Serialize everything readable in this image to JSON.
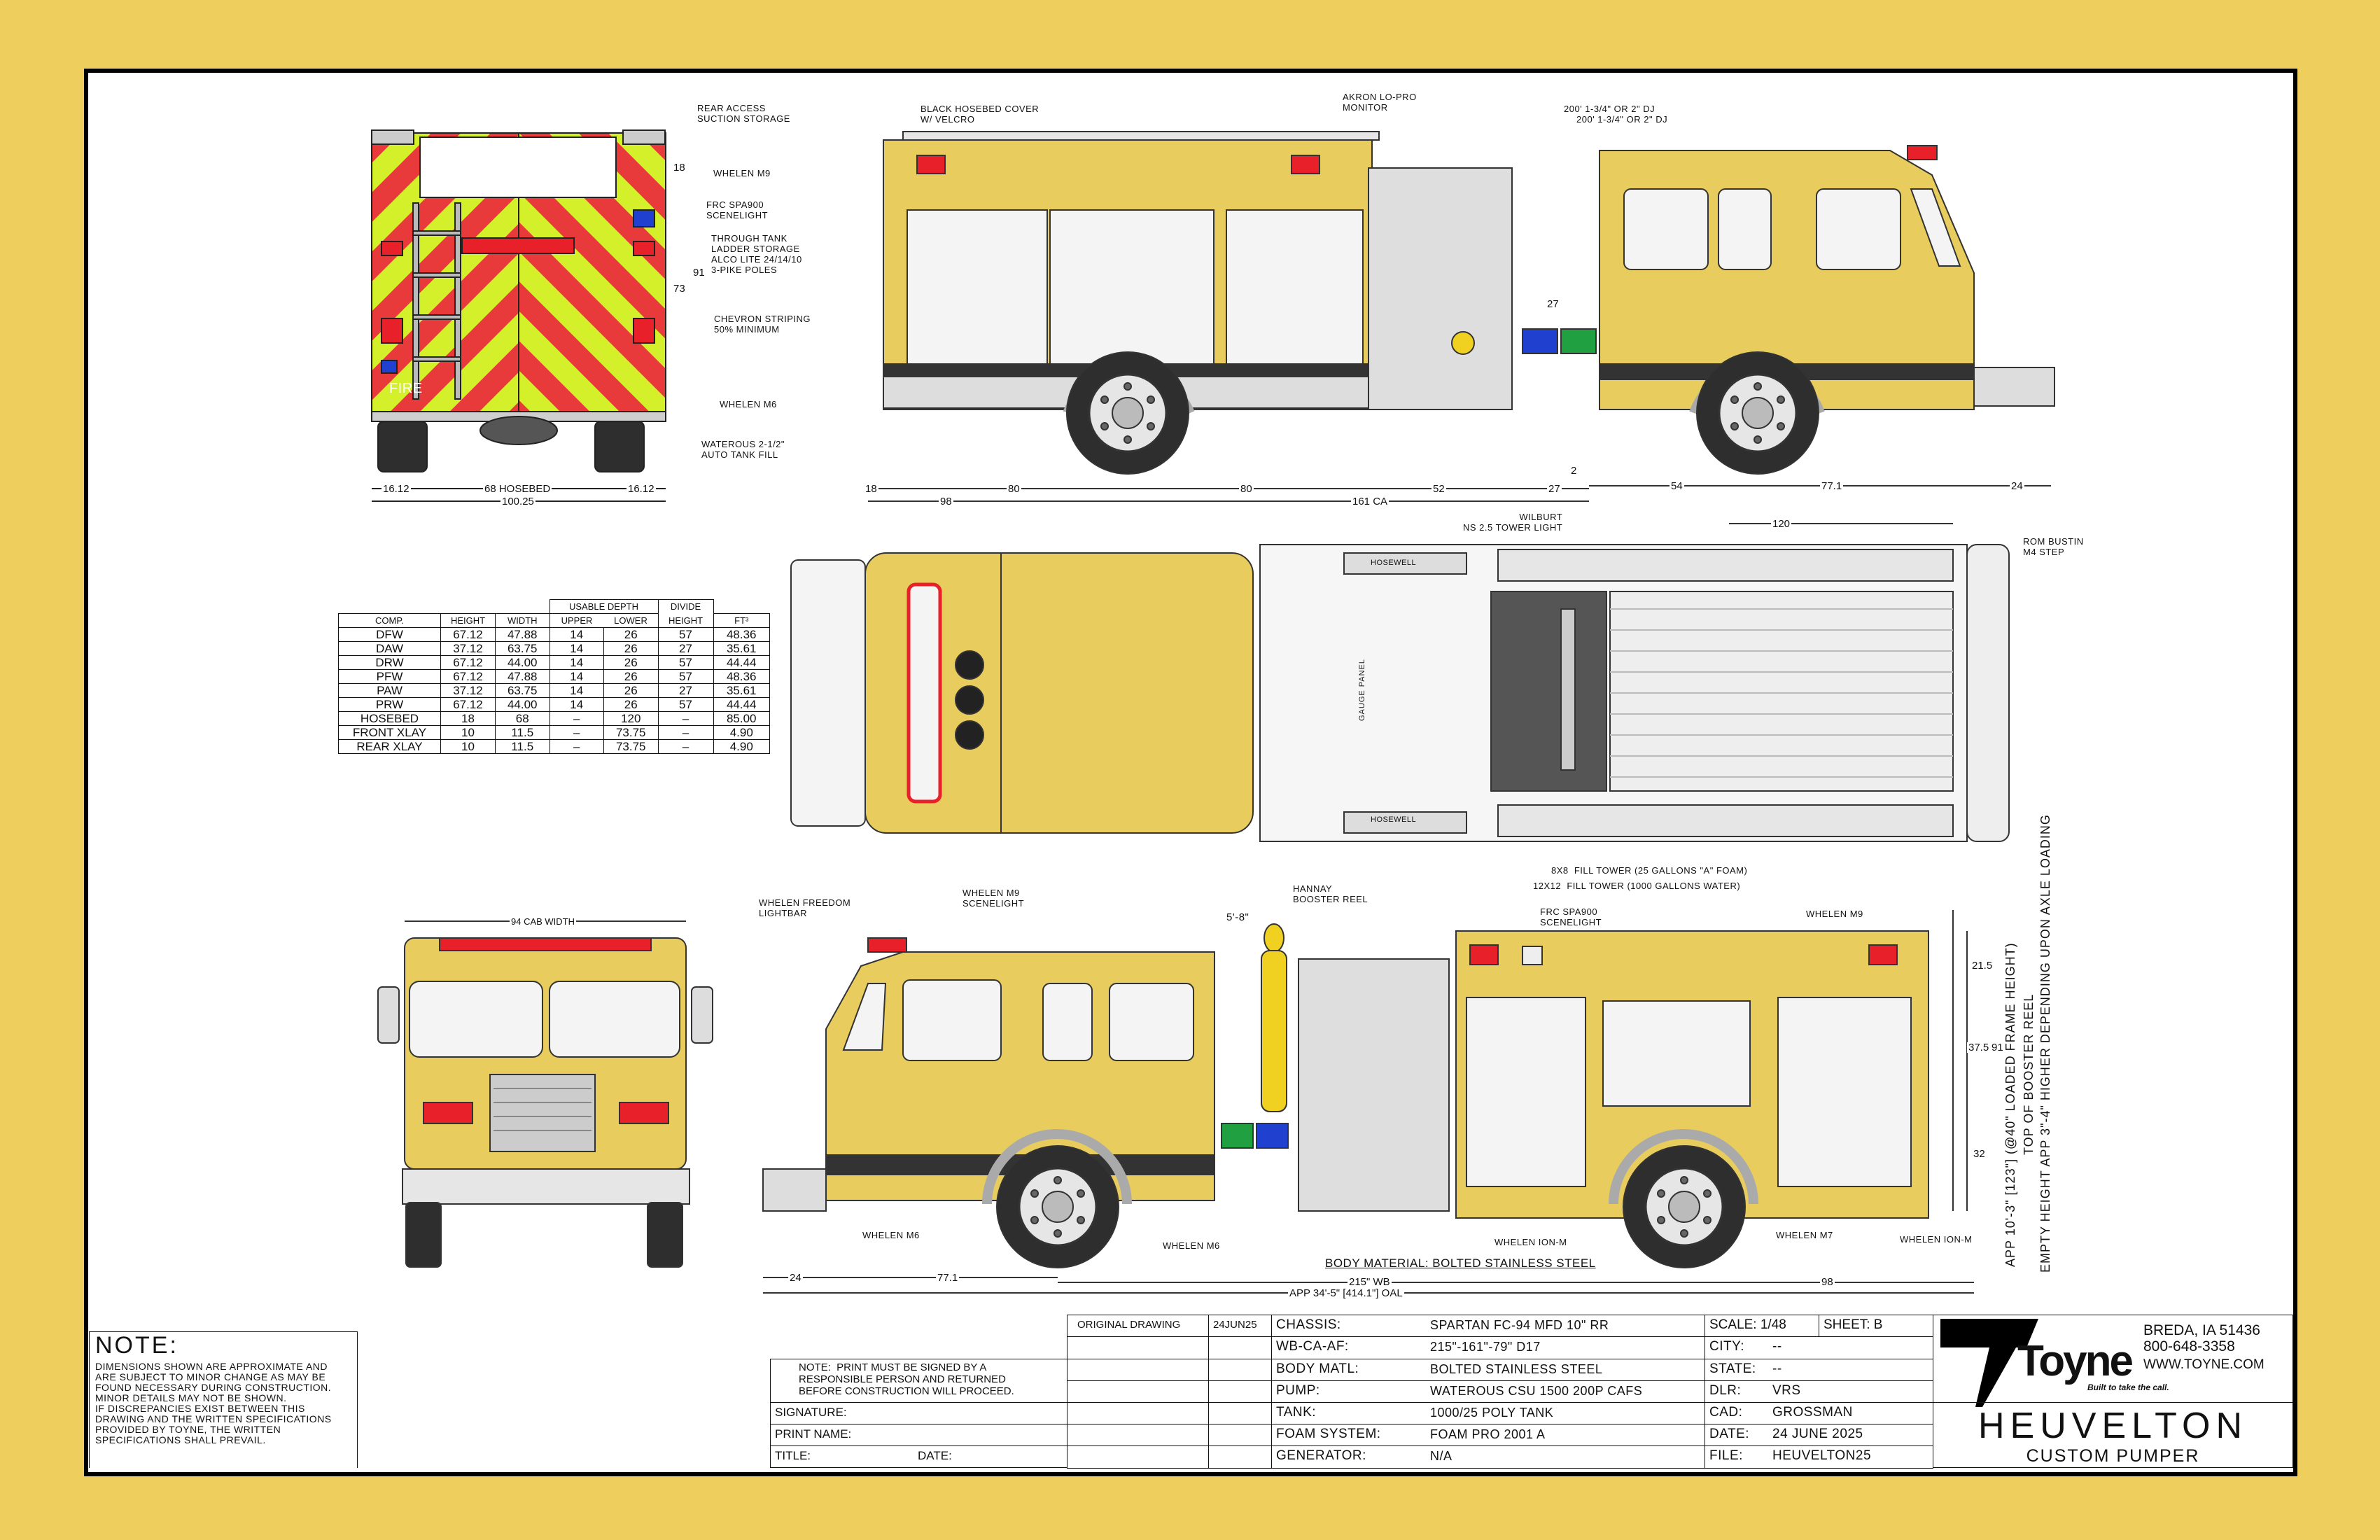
{
  "colors": {
    "background": "#EECF5E",
    "truck_yellow": "#E8CD5E",
    "chevron_red": "#E8393B",
    "chevron_lime": "#D4F02A",
    "light_red": "#E8202A"
  },
  "rear_view": {
    "fire_lettering": "FIRE",
    "callouts": [
      "REAR ACCESS\nSUCTION STORAGE",
      "WHELEN M9",
      "FRC SPA900\nSCENELIGHT",
      "THROUGH TANK\nLADDER STORAGE\nALCO LITE 24/14/10\n3-PIKE POLES",
      "CHEVRON STRIPING\n50% MINIMUM",
      "WHELEN M6",
      "WATEROUS 2-1/2\"\nAUTO TANK FILL"
    ],
    "dims": {
      "top": "18",
      "inner": "73",
      "overall": "91",
      "left": "16.12",
      "hosebed": "68 HOSEBED",
      "right": "16.12",
      "width": "100.25"
    }
  },
  "side_view_right": {
    "callouts": [
      "BLACK HOSEBED COVER\nW/ VELCRO",
      "AKRON LO-PRO\nMONITOR",
      "200' 1-3/4\" OR 2\" DJ",
      "200' 1-3/4\" OR 2\" DJ"
    ],
    "dims": [
      "18",
      "80",
      "80",
      "52",
      "27",
      "98",
      "161 CA",
      "2",
      "54",
      "77.1",
      "24",
      "27"
    ]
  },
  "top_view": {
    "callouts": [
      "WILBURT\nNS 2.5 TOWER LIGHT",
      "ROM BUSTIN\nM4 STEP",
      "8x8  FILL TOWER (25 GALLONS \"A\" FOAM)",
      "12x12  FILL TOWER (1000 GALLONS WATER)"
    ],
    "hosewell_labels": [
      "HOSEWELL",
      "HOSEWELL"
    ],
    "gauge_panel": "GAUGE PANEL",
    "dim": "120"
  },
  "compartment_table": {
    "group_header": "USABLE DEPTH",
    "divide_header": "DIVIDE",
    "headers": [
      "COMP.",
      "HEIGHT",
      "WIDTH",
      "UPPER",
      "LOWER",
      "HEIGHT",
      "FT³"
    ],
    "rows": [
      [
        "DFW",
        "67.12",
        "47.88",
        "14",
        "26",
        "57",
        "48.36"
      ],
      [
        "DAW",
        "37.12",
        "63.75",
        "14",
        "26",
        "27",
        "35.61"
      ],
      [
        "DRW",
        "67.12",
        "44.00",
        "14",
        "26",
        "57",
        "44.44"
      ],
      [
        "PFW",
        "67.12",
        "47.88",
        "14",
        "26",
        "57",
        "48.36"
      ],
      [
        "PAW",
        "37.12",
        "63.75",
        "14",
        "26",
        "27",
        "35.61"
      ],
      [
        "PRW",
        "67.12",
        "44.00",
        "14",
        "26",
        "57",
        "44.44"
      ],
      [
        "HOSEBED",
        "18",
        "68",
        "–",
        "120",
        "–",
        "85.00"
      ],
      [
        "FRONT  XLAY",
        "10",
        "11.5",
        "–",
        "73.75",
        "–",
        "4.90"
      ],
      [
        "REAR  XLAY",
        "10",
        "11.5",
        "–",
        "73.75",
        "–",
        "4.90"
      ]
    ]
  },
  "front_view": {
    "dim": "94 CAB WIDTH"
  },
  "side_view_left": {
    "callouts": [
      "WHELEN FREEDOM\nLIGHTBAR",
      "WHELEN M9\nSCENELIGHT",
      "HANNAY\nBOOSTER REEL",
      "FRC SPA900\nSCENELIGHT",
      "WHELEN M9",
      "WHELEN M6",
      "WHELEN M6",
      "WHELEN ION-M",
      "WHELEN M7",
      "WHELEN ION-M"
    ],
    "figure_height": "5'-8\"",
    "body_material": "BODY MATERIAL: BOLTED STAINLESS STEEL",
    "dims": {
      "d1": "21.5",
      "d2": "37.5",
      "d3": "32",
      "overall": "91",
      "front_overhang": "24",
      "front_axle": "77.1",
      "wheelbase": "215\" WB",
      "rear": "98",
      "oal": "APP 34'-5\" [414.1\"] OAL"
    },
    "height_notes": [
      "APP 10'-3\" [123\"] (@40\" LOADED FRAME HEIGHT)",
      "TOP OF BOOSTER REEL",
      "EMPTY HEIGHT APP 3\"-4\" HIGHER DEPENDING UPON AXLE LOADING"
    ]
  },
  "note": {
    "title": "NOTE:",
    "lines": [
      "DIMENSIONS SHOWN ARE APPROXIMATE AND",
      "ARE SUBJECT TO MINOR CHANGE AS MAY BE",
      "FOUND NECESSARY DURING CONSTRUCTION.",
      "MINOR DETAILS MAY NOT BE SHOWN.",
      "IF DISCREPANCIES EXIST BETWEEN THIS",
      "DRAWING AND THE WRITTEN SPECIFICATIONS",
      "PROVIDED BY TOYNE, THE WRITTEN",
      "SPECIFICATIONS SHALL PREVAIL."
    ]
  },
  "approval": {
    "note": "NOTE:  PRINT MUST BE SIGNED BY A\nRESPONSIBLE PERSON AND RETURNED\nBEFORE CONSTRUCTION WILL PROCEED.",
    "signature": "SIGNATURE:",
    "print_name": "PRINT NAME:",
    "title": "TITLE:",
    "date": "DATE:"
  },
  "revisions": [
    {
      "desc": "ORIGINAL DRAWING",
      "date": "24JUN25"
    }
  ],
  "specs": [
    {
      "label": "CHASSIS:",
      "value": "SPARTAN FC-94 MFD 10\" RR"
    },
    {
      "label": "WB-CA-AF:",
      "value": "215\"-161\"-79\"   D17"
    },
    {
      "label": "BODY MATL:",
      "value": "BOLTED STAINLESS STEEL"
    },
    {
      "label": "PUMP:",
      "value": "WATEROUS CSU 1500 200P CAFS"
    },
    {
      "label": "TANK:",
      "value": "1000/25 POLY TANK"
    },
    {
      "label": "FOAM SYSTEM:",
      "value": "FOAM PRO 2001 A"
    },
    {
      "label": "GENERATOR:",
      "value": "N/A"
    }
  ],
  "sheet_info": {
    "scale": "SCALE: 1/48",
    "sheet": "SHEET:  B",
    "fields": [
      {
        "label": "CITY:",
        "value": "--"
      },
      {
        "label": "STATE:",
        "value": "--"
      },
      {
        "label": "DLR:",
        "value": "VRS"
      },
      {
        "label": "CAD:",
        "value": "GROSSMAN"
      },
      {
        "label": "DATE:",
        "value": "24 JUNE 2025"
      },
      {
        "label": "FILE:",
        "value": "HEUVELTON25"
      }
    ]
  },
  "company": {
    "logo_text": "Toyne",
    "tagline": "Built to take the call.",
    "address": "BREDA, IA 51436",
    "phone": "800-648-3358",
    "website": "WWW.TOYNE.COM"
  },
  "project": {
    "name": "HEUVELTON",
    "type": "CUSTOM PUMPER"
  }
}
